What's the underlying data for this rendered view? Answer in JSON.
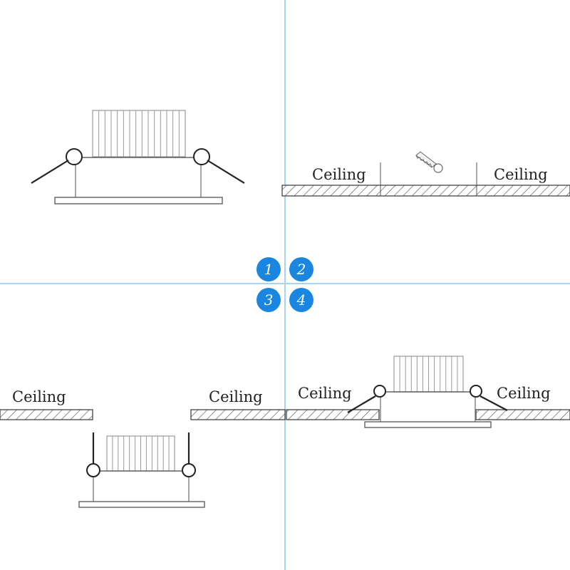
{
  "steps": {
    "step1": "1",
    "step2": "2",
    "step3": "3",
    "step4": "4"
  },
  "labels": {
    "p2_left": "Ceiling",
    "p2_right": "Ceiling",
    "p3_left": "Ceiling",
    "p3_right": "Ceiling",
    "p4_left": "Ceiling",
    "p4_right": "Ceiling"
  },
  "colors": {
    "divider": "#a9d3ee",
    "badge": "#1a86e0",
    "line": "#444444",
    "fin": "#9a9a9a"
  },
  "icons": {
    "saw": "saw-icon"
  }
}
